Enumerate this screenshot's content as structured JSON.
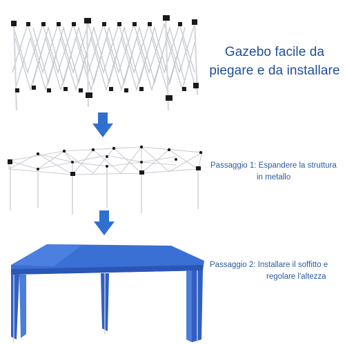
{
  "headline": {
    "line1": "Gazebo facile da",
    "line2": "piegare e da installare"
  },
  "steps": [
    {
      "line1": "Passaggio 1:  Espandere la struttura",
      "line2": "in metallo"
    },
    {
      "line1": "Passaggio 2:  Installare il soffitto e",
      "line2": "regolare l'altezza"
    }
  ],
  "colors": {
    "arrow": "#2f6fd0",
    "canopy": "#2f5fc4",
    "text": "#1f4e94",
    "frame": "#c9ccd2",
    "joint": "#1a1a1a"
  },
  "icons": [
    "down-arrow-icon"
  ]
}
